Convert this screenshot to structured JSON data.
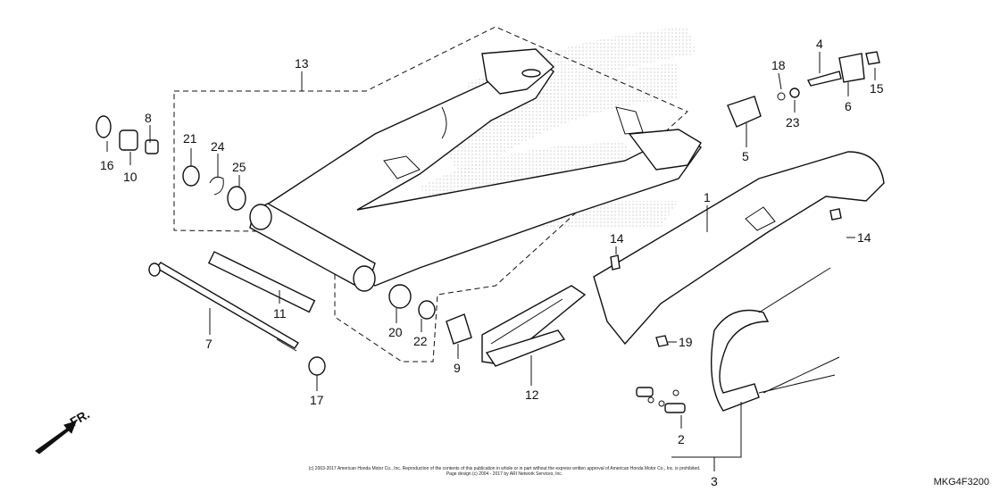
{
  "diagram_code": "MKG4F3200",
  "direction_label": "FR.",
  "copyright_line1": "(c) 2003-2017 American Honda Motor Co., Inc. Reproduction of the contents of this publication in whole or in part without the express written approval of American Honda Motor Co., Inc. is prohibited.",
  "copyright_line2": "Page design (c) 2004 - 2017 by ARI Network Services, Inc.",
  "callouts": {
    "c1": "1",
    "c2": "2",
    "c3": "3",
    "c4": "4",
    "c5": "5",
    "c6": "6",
    "c7": "7",
    "c8": "8",
    "c9": "9",
    "c10": "10",
    "c11": "11",
    "c12": "12",
    "c13": "13",
    "c14a": "14",
    "c14b": "14",
    "c15": "15",
    "c16": "16",
    "c17": "17",
    "c18": "18",
    "c19": "19",
    "c20": "20",
    "c21": "21",
    "c22": "22",
    "c23": "23",
    "c24": "24",
    "c25": "25"
  }
}
